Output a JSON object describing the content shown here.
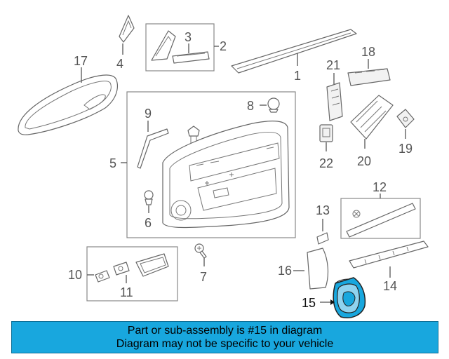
{
  "callouts": {
    "c1": "1",
    "c2": "2",
    "c3": "3",
    "c4": "4",
    "c5": "5",
    "c6": "6",
    "c7": "7",
    "c8": "8",
    "c9": "9",
    "c10": "10",
    "c11": "11",
    "c12": "12",
    "c13": "13",
    "c14": "14",
    "c15": "15",
    "c16": "16",
    "c17": "17",
    "c18": "18",
    "c19": "19",
    "c20": "20",
    "c21": "21",
    "c22": "22"
  },
  "highlighted_part": "15",
  "banner": {
    "line1": "Part or sub-assembly is #15 in diagram",
    "line2": "Diagram may not be specific to your vehicle",
    "color": "#18a7de"
  }
}
